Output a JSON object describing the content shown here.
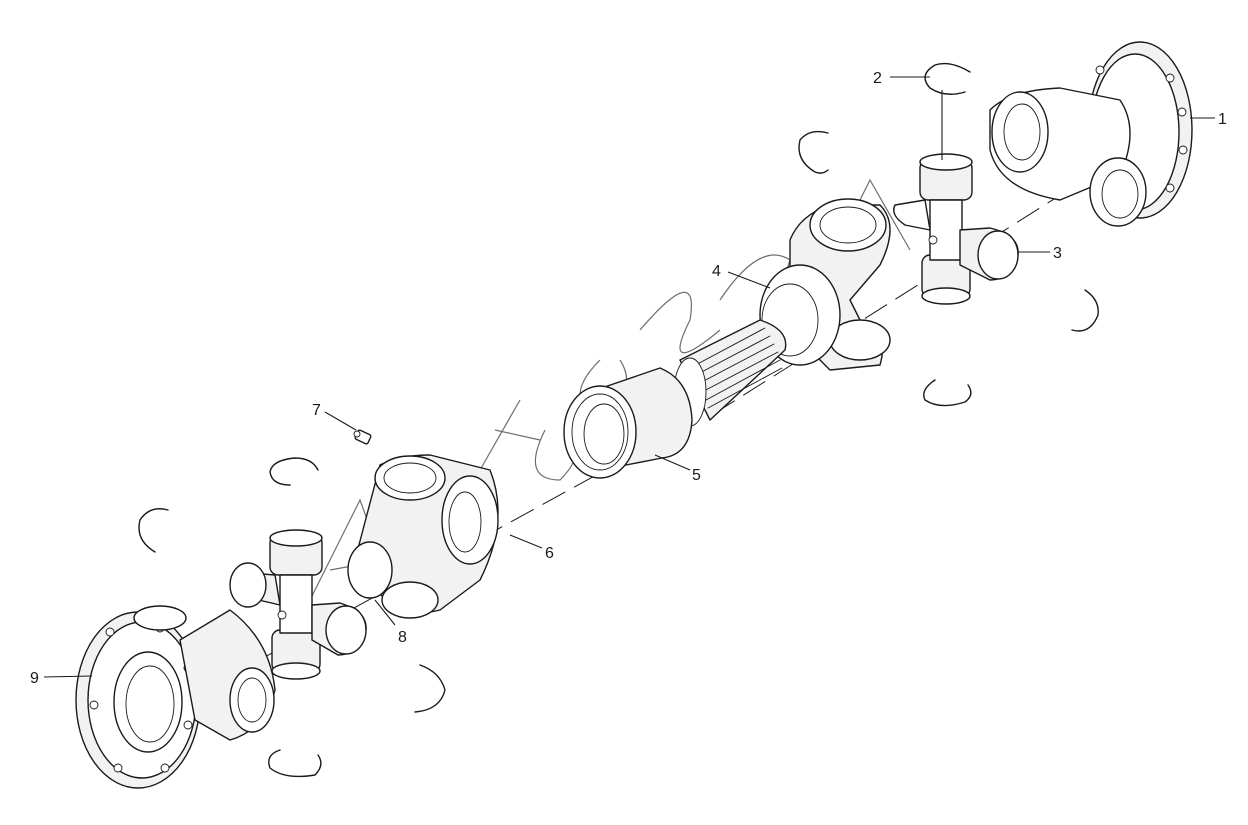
{
  "diagram": {
    "type": "exploded-parts-drawing",
    "callouts": [
      {
        "id": "1",
        "label": "1"
      },
      {
        "id": "2",
        "label": "2"
      },
      {
        "id": "3",
        "label": "3"
      },
      {
        "id": "4",
        "label": "4"
      },
      {
        "id": "5",
        "label": "5"
      },
      {
        "id": "6",
        "label": "6"
      },
      {
        "id": "7",
        "label": "7"
      },
      {
        "id": "8",
        "label": "8"
      },
      {
        "id": "9",
        "label": "9"
      }
    ],
    "colors": {
      "line": "#1a1a1a",
      "background": "#ffffff",
      "watermark": "#6e6e6e"
    }
  }
}
